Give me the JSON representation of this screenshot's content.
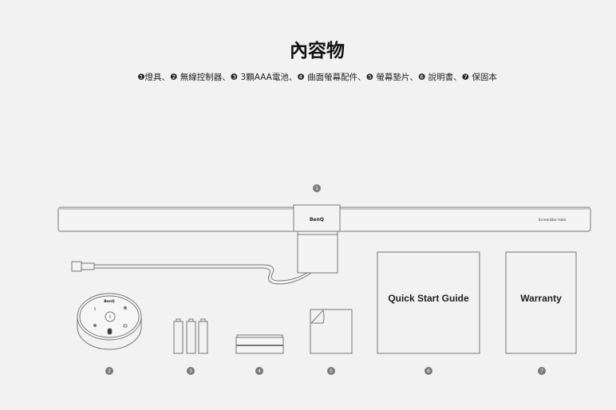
{
  "title": "內容物",
  "subtitle": "❶燈具、❷ 無線控制器、❸ 3顆AAA電池、❹ 曲面螢幕配件、❺ 螢幕墊片、❻ 說明書、❼ 保固本",
  "lamp": {
    "brand": "BenQ",
    "model": "ScreenBar Halo"
  },
  "documents": {
    "guide": "Quick Start Guide",
    "warranty": "Warranty"
  },
  "remote": {
    "brand": "BenQ"
  },
  "badges": [
    "1",
    "2",
    "3",
    "4",
    "5",
    "6",
    "7"
  ],
  "colors": {
    "background": "#f2f2f2",
    "line": "#777777",
    "badge": "#7a7a7a"
  }
}
